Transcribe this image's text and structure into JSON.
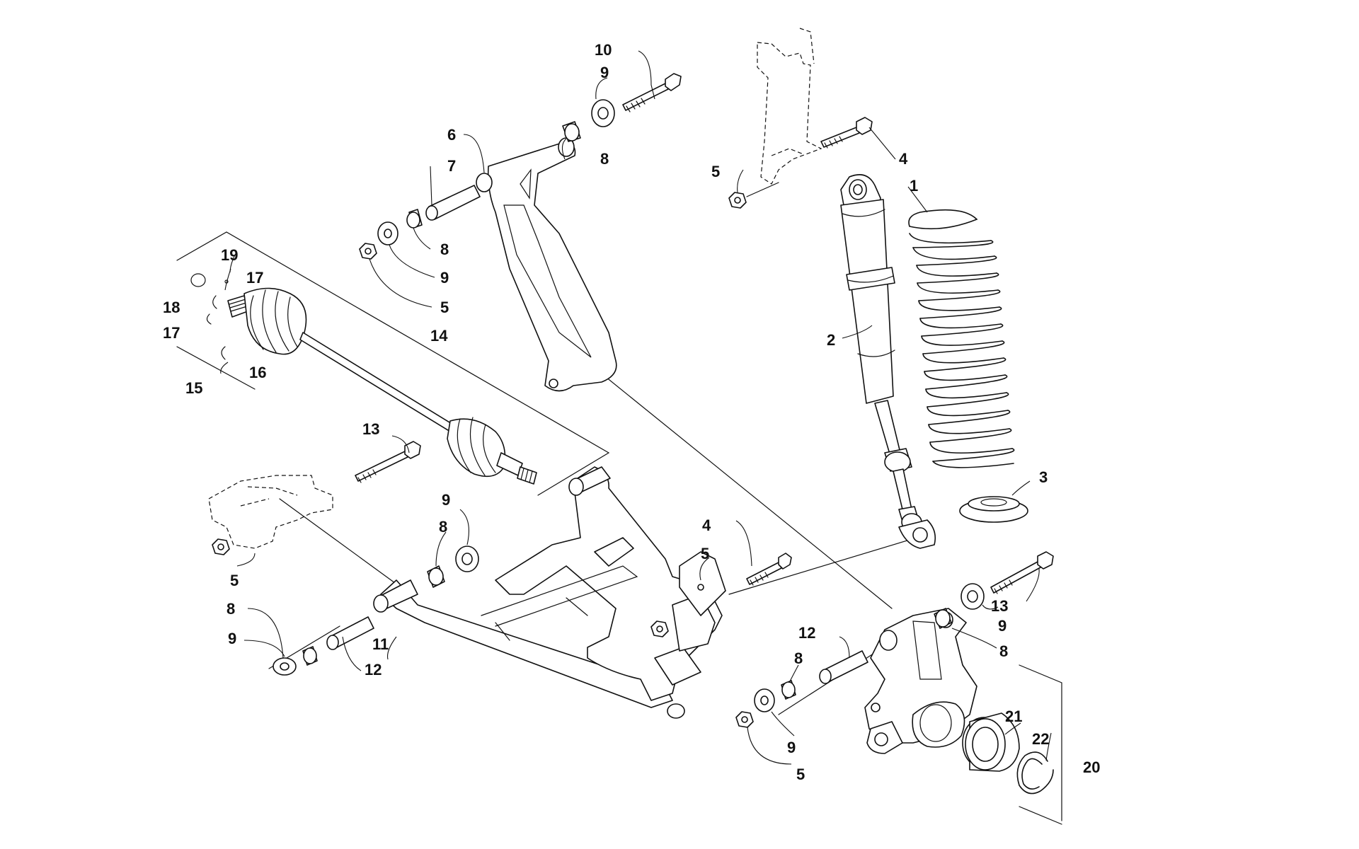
{
  "callouts": {
    "c1": "1",
    "c2": "2",
    "c3": "3",
    "c4a": "4",
    "c4b": "4",
    "c5a": "5",
    "c5b": "5",
    "c5c": "5",
    "c5d": "5",
    "c5e": "5",
    "c6": "6",
    "c7": "7",
    "c8a": "8",
    "c8b": "8",
    "c8c": "8",
    "c8d": "8",
    "c8e": "8",
    "c8f": "8",
    "c9a": "9",
    "c9b": "9",
    "c9c": "9",
    "c9d": "9",
    "c9e": "9",
    "c9f": "9",
    "c10": "10",
    "c11": "11",
    "c12a": "12",
    "c12b": "12",
    "c13a": "13",
    "c13b": "13",
    "c14": "14",
    "c15": "15",
    "c16": "16",
    "c17a": "17",
    "c17b": "17",
    "c18": "18",
    "c19": "19",
    "c20": "20",
    "c21": "21",
    "c22": "22"
  }
}
